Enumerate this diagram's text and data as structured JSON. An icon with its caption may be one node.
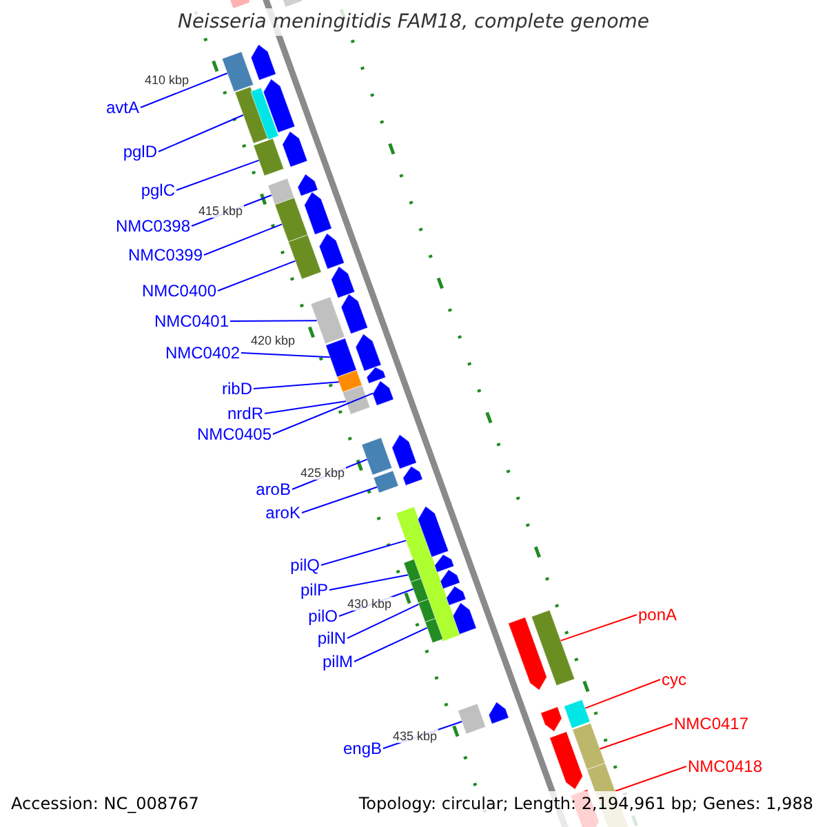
{
  "diagram": {
    "title": "Neisseria meningitidis FAM18, complete genome",
    "nodes": [
      {
        "text": [
          "avtA"
        ]
      },
      {
        "text": [
          "pglD"
        ]
      },
      {
        "text": [
          "pglC"
        ]
      },
      {
        "text": [
          "NMC0398"
        ]
      },
      {
        "text": [
          "NMC0399"
        ]
      },
      {
        "text": [
          "NMC0400"
        ]
      },
      {
        "text": [
          "NMC0401"
        ]
      },
      {
        "text": [
          "NMC0402"
        ]
      },
      {
        "text": [
          "ribD"
        ]
      },
      {
        "text": [
          "nrdR"
        ]
      },
      {
        "text": [
          "NMC0405"
        ]
      },
      {
        "text": [
          "aroB"
        ]
      },
      {
        "text": [
          "aroK"
        ]
      },
      {
        "text": [
          "pilQ"
        ]
      },
      {
        "text": [
          "pilP"
        ]
      },
      {
        "text": [
          "pilO"
        ]
      },
      {
        "text": [
          "pilN"
        ]
      },
      {
        "text": [
          "pilM"
        ]
      },
      {
        "text": [
          "engB"
        ]
      },
      {
        "text": [
          "ponA"
        ]
      },
      {
        "text": [
          "cyc"
        ]
      },
      {
        "text": [
          "NMC0417"
        ]
      },
      {
        "text": [
          "NMC0418"
        ]
      },
      {
        "text": [],
        "shape": "bar"
      },
      {
        "text": [],
        "shape": "bar"
      },
      {
        "text": [],
        "shape": "bar"
      },
      {
        "text": [],
        "shape": "bar"
      },
      {
        "text": [],
        "shape": "bar"
      },
      {
        "text": [],
        "shape": "bar"
      },
      {
        "text": [],
        "shape": "bar"
      },
      {
        "text": [],
        "shape": "bar"
      },
      {
        "text": [],
        "shape": "bar"
      },
      {
        "text": [],
        "shape": "bar"
      },
      {
        "text": [],
        "shape": "bar"
      },
      {
        "text": [],
        "shape": "bar"
      },
      {
        "text": [],
        "shape": "bar"
      },
      {
        "text": [],
        "shape": "bar"
      },
      {
        "text": [],
        "shape": "bar"
      },
      {
        "text": [],
        "shape": "bar"
      },
      {
        "text": [],
        "shape": "bar"
      },
      {
        "text": [],
        "shape": "bar"
      },
      {
        "text": [],
        "shape": "bar"
      },
      {
        "text": [],
        "shape": "bar"
      },
      {
        "text": [],
        "shape": "bar"
      },
      {
        "text": [],
        "shape": "bar"
      },
      {
        "text": [],
        "shape": "bar"
      },
      {
        "text": [],
        "shape": "bar"
      },
      {
        "text": [],
        "shape": "bar"
      },
      {
        "text": [],
        "shape": "bar"
      },
      {
        "text": [],
        "shape": "bar"
      },
      {
        "text": [],
        "shape": "bar"
      },
      {
        "text": [],
        "shape": "bar"
      },
      {
        "text": [],
        "shape": "bar"
      },
      {
        "text": [],
        "shape": "bar"
      },
      {
        "text": [],
        "shape": "bar"
      },
      {
        "text": [],
        "shape": "bar"
      },
      {
        "text": [],
        "shape": "bar"
      },
      {
        "text": [],
        "shape": "bar"
      },
      {
        "text": [],
        "shape": "bar"
      },
      {
        "text": [],
        "shape": "bar"
      },
      {
        "text": [],
        "shape": "bar"
      },
      {
        "text": [],
        "shape": "bar"
      },
      {
        "text": [],
        "shape": "bar"
      },
      {
        "text": [],
        "shape": "bar"
      },
      {
        "text": [],
        "shape": "bar"
      },
      {
        "text": [],
        "shape": "bar"
      },
      {
        "text": [],
        "shape": "bar"
      },
      {
        "text": [],
        "shape": "bar"
      },
      {
        "text": [],
        "shape": "bar"
      },
      {
        "text": [],
        "shape": "bar"
      },
      {
        "text": [],
        "shape": "bar"
      }
    ],
    "edges": [
      {
        "from": 0,
        "to": 23,
        "arrow": "none"
      },
      {
        "from": 1,
        "to": 24,
        "arrow": "none"
      },
      {
        "from": 2,
        "to": 25,
        "arrow": "none"
      },
      {
        "from": 3,
        "to": 26,
        "arrow": "none"
      },
      {
        "from": 4,
        "to": 27,
        "arrow": "none"
      },
      {
        "from": 5,
        "to": 28,
        "arrow": "none"
      },
      {
        "from": 6,
        "to": 29,
        "arrow": "none"
      },
      {
        "from": 7,
        "to": 30,
        "arrow": "none"
      },
      {
        "from": 8,
        "to": 31,
        "arrow": "none"
      },
      {
        "from": 9,
        "to": 32,
        "arrow": "none"
      },
      {
        "from": 10,
        "to": 33,
        "arrow": "none"
      },
      {
        "from": 11,
        "to": 34,
        "arrow": "none"
      },
      {
        "from": 12,
        "to": 35,
        "arrow": "none"
      },
      {
        "from": 13,
        "to": 36,
        "arrow": "none"
      },
      {
        "from": 14,
        "to": 37,
        "arrow": "none"
      },
      {
        "from": 15,
        "to": 38,
        "arrow": "none"
      },
      {
        "from": 16,
        "to": 39,
        "arrow": "none"
      },
      {
        "from": 17,
        "to": 40,
        "arrow": "none"
      },
      {
        "from": 18,
        "to": 41,
        "arrow": "none"
      },
      {
        "from": 19,
        "to": 42,
        "arrow": "none",
        "color": "#ff0000"
      },
      {
        "from": 20,
        "to": 43,
        "arrow": "none",
        "color": "#ff0000"
      },
      {
        "from": 21,
        "to": 44,
        "arrow": "none",
        "color": "#ff0000"
      },
      {
        "from": 22,
        "to": 45,
        "arrow": "none",
        "color": "#ff0000"
      }
    ],
    "labels": [
      "410 kbp",
      "415 kbp",
      "420 kbp",
      "425 kbp",
      "430 kbp",
      "435 kbp",
      "Accession: NC_008767",
      "Topology: circular; Length: 2,194,961 bp; Genes: 1,988"
    ]
  }
}
